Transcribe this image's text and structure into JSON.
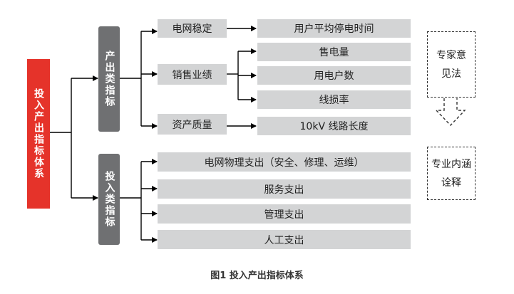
{
  "root": {
    "label": "投入产出指标体系"
  },
  "categories": [
    {
      "label": "产出类指标"
    },
    {
      "label": "投入类指标"
    }
  ],
  "output_groups": [
    {
      "label": "电网稳定"
    },
    {
      "label": "销售业绩"
    },
    {
      "label": "资产质量"
    }
  ],
  "output_leaves": [
    {
      "label": "用户平均停电时间"
    },
    {
      "label": "售电量"
    },
    {
      "label": "用电户数"
    },
    {
      "label": "线损率"
    },
    {
      "label": "10kV 线路长度"
    }
  ],
  "input_items": [
    {
      "label": "电网物理支出（安全、修理、运维）"
    },
    {
      "label": "服务支出"
    },
    {
      "label": "管理支出"
    },
    {
      "label": "人工支出"
    }
  ],
  "side": {
    "expert": "专家意见法",
    "connotation": "专业内涵诠释"
  },
  "caption": "图1   投入产出指标体系",
  "colors": {
    "root": "#e5332a",
    "category": "#6f7072",
    "box": "#d3d4d5",
    "line": "#000000"
  }
}
